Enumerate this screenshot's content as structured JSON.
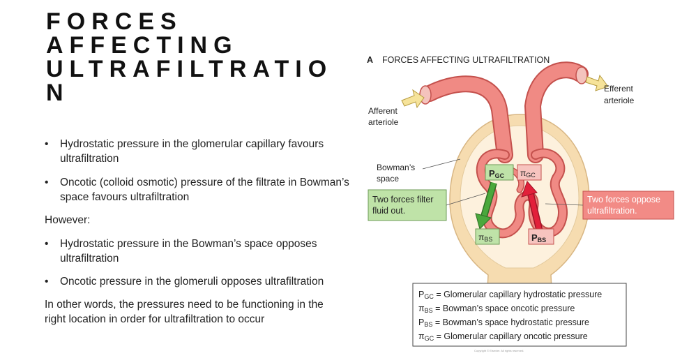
{
  "title_lines": [
    "FORCES",
    "AFFECTING",
    "ULTRAFILTRATIO",
    "N"
  ],
  "bullets": [
    "Hydrostatic pressure in the glomerular capillary favours ultrafiltration",
    "Oncotic (colloid osmotic) pressure of the filtrate in Bowman’s space favours ultrafiltration",
    "Hydrostatic pressure in the Bowman’s space opposes ultrafiltration",
    "Oncotic pressure in the glomeruli opposes ultrafiltration"
  ],
  "bullet_char": "•",
  "however": "However:",
  "conclusion": "In other words, the pressures need to be functioning in the right location in order for ultrafiltration to occur",
  "figure": {
    "panel_letter": "A",
    "heading": "FORCES AFFECTING ULTRAFILTRATION",
    "afferent_1": "Afferent",
    "afferent_2": "arteriole",
    "efferent_1": "Efferent",
    "efferent_2": "arteriole",
    "bowman_1": "Bowman’s",
    "bowman_2": "space",
    "filter_box_1": "Two forces filter",
    "filter_box_2": "fluid out.",
    "oppose_box_1": "Two forces oppose",
    "oppose_box_2": "ultrafiltration.",
    "pgc_main": "P",
    "pgc_sub": "GC",
    "pigc_main": "π",
    "pigc_sub": "GC",
    "pibs_main": "π",
    "pibs_sub": "BS",
    "pbs_main": "P",
    "pbs_sub": "BS",
    "legend": [
      {
        "sym": "P",
        "sub": "GC",
        "text": " = Glomerular capillary hydrostatic pressure"
      },
      {
        "sym": "π",
        "sub": "BS",
        "text": " = Bowman’s space oncotic pressure"
      },
      {
        "sym": "P",
        "sub": "BS",
        "text": " = Bowman’s space hydrostatic pressure"
      },
      {
        "sym": "π",
        "sub": "GC",
        "text": " = Glomerular capillary oncotic pressure"
      }
    ],
    "copyright": "Copyright © Elsevier. All rights reserved."
  },
  "colors": {
    "vessel": "#f08a84",
    "vessel_dark": "#c4514d",
    "capsule": "#f6dcb0",
    "capsule_edge": "#d8b683",
    "green_box": "#bfe3a8",
    "red_box": "#f28b86",
    "green_arrow": "#4aa83c",
    "red_arrow": "#e2203a",
    "yellow_arrow": "#f6e39a"
  }
}
